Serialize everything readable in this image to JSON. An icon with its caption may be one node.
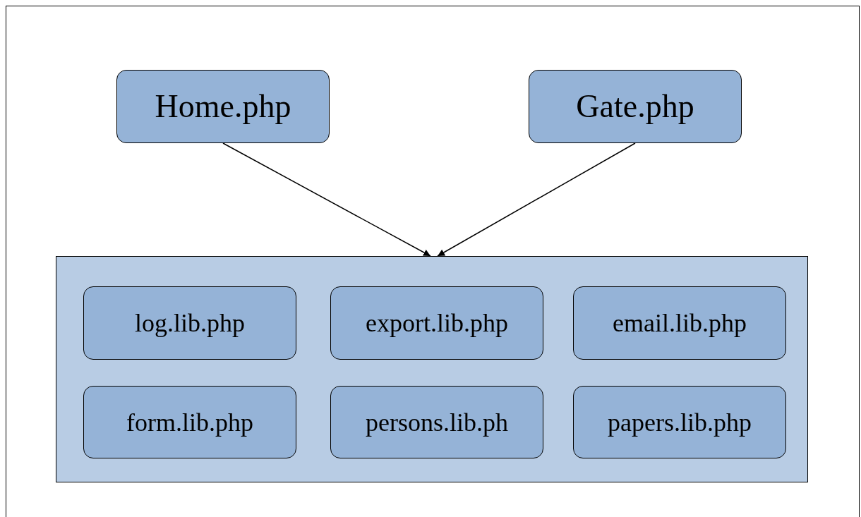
{
  "diagram": {
    "nodes": [
      {
        "text": [
          "Home.php"
        ]
      },
      {
        "text": [
          "Gate.php"
        ]
      },
      {
        "text": [],
        "shape": "box"
      },
      {
        "text": [
          "log.lib.php"
        ],
        "in": 2
      },
      {
        "text": [
          "export.lib.php"
        ],
        "in": 2
      },
      {
        "text": [
          "email.lib.php"
        ],
        "in": 2
      },
      {
        "text": [
          "form.lib.php"
        ],
        "in": 2
      },
      {
        "text": [
          "persons.lib.ph"
        ],
        "in": 2
      },
      {
        "text": [
          "papers.lib.php"
        ],
        "in": 2
      }
    ],
    "edges": [
      {
        "from": 0,
        "to": 2,
        "arrow": "to"
      },
      {
        "from": 1,
        "to": 2,
        "arrow": "to"
      }
    ]
  }
}
